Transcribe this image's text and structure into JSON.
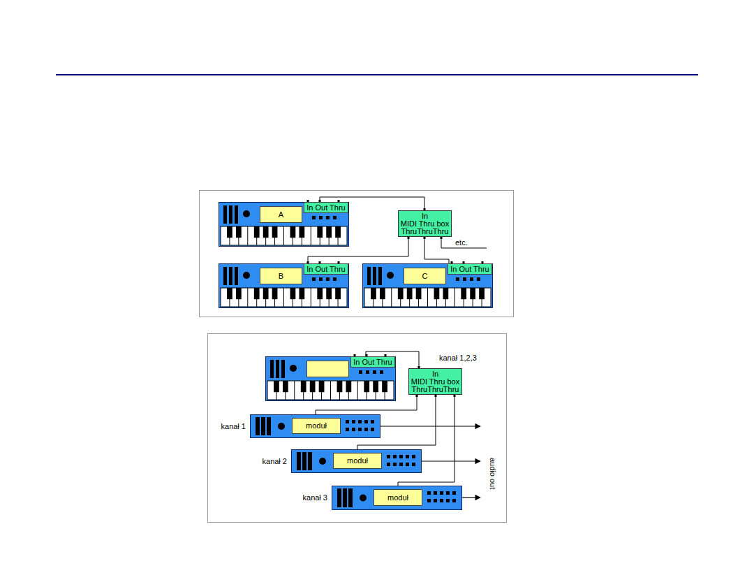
{
  "diagram": {
    "nodes": [
      {
        "text": [
          "A",
          "In Out Thru"
        ]
      },
      {
        "text": [
          "In",
          "MIDI Thru box",
          "ThruThruThru"
        ]
      },
      {
        "text": [
          "B",
          "In Out Thru"
        ]
      },
      {
        "text": [
          "C",
          "In Out Thru"
        ]
      },
      {
        "text": [
          "In Out Thru"
        ]
      },
      {
        "text": [
          "In",
          "MIDI Thru box",
          "ThruThruThru"
        ]
      },
      {
        "text": [
          "kanał 1",
          "moduł"
        ]
      },
      {
        "text": [
          "kanał 2",
          "moduł"
        ]
      },
      {
        "text": [
          "kanał 3",
          "moduł"
        ]
      }
    ],
    "edges": [
      {
        "from": 0,
        "to": 1,
        "arrow": "none"
      },
      {
        "from": 1,
        "to": 2,
        "arrow": "none"
      },
      {
        "from": 1,
        "to": 3,
        "arrow": "none"
      },
      {
        "from": 4,
        "to": 5,
        "label": "kanał 1,2,3",
        "arrow": "none"
      },
      {
        "from": 5,
        "to": 6,
        "arrow": "none"
      },
      {
        "from": 5,
        "to": 7,
        "arrow": "none"
      },
      {
        "from": 5,
        "to": 8,
        "arrow": "none"
      }
    ],
    "labels": [
      "etc.",
      "audio out"
    ]
  }
}
